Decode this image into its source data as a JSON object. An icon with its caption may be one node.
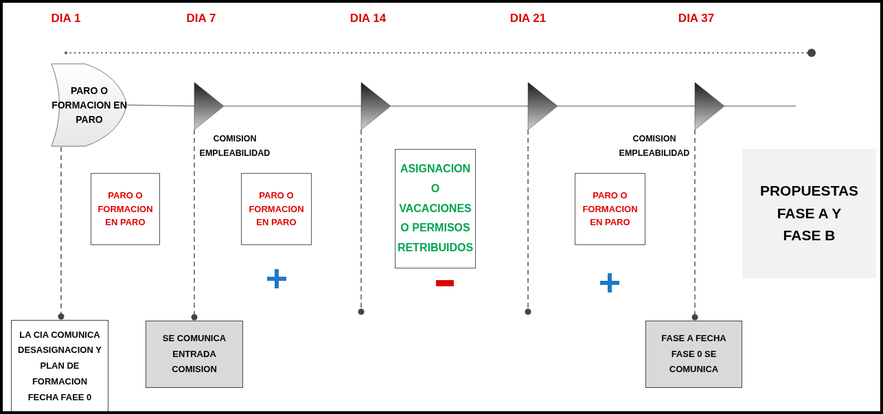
{
  "diagram": {
    "nodes": [
      {
        "text": [
          "PARO O FORMACION EN PARO"
        ]
      },
      {
        "text": [],
        "shape": "triangle",
        "beside": [
          "COMISION EMPLEABILIDAD"
        ]
      },
      {
        "text": [],
        "shape": "triangle"
      },
      {
        "text": [],
        "shape": "triangle"
      },
      {
        "text": [],
        "shape": "triangle",
        "beside": [
          "COMISION EMPLEABILIDAD"
        ]
      },
      {
        "text": [
          "PARO O FORMACION EN PARO"
        ]
      },
      {
        "text": [
          "PARO O FORMACION EN PARO"
        ]
      },
      {
        "text": [
          "ASIGNACION O VACACIONES O PERMISOS RETRIBUIDOS"
        ]
      },
      {
        "text": [
          "PARO O FORMACION EN PARO"
        ]
      },
      {
        "text": [
          "PROPUESTAS FASE A Y FASE B"
        ]
      },
      {
        "text": [
          "LA CIA COMUNICA DESASIGNACION Y PLAN DE FORMACION FECHA FAEE 0"
        ]
      },
      {
        "text": [
          "SE COMUNICA ENTRADA COMISION"
        ]
      },
      {
        "text": [
          "FASE A FECHA FASE 0 SE COMUNICA"
        ]
      }
    ],
    "edges": [
      {
        "from": 0,
        "to": 1,
        "arrow": "none"
      },
      {
        "from": 1,
        "to": 2,
        "arrow": "none"
      },
      {
        "from": 2,
        "to": 3,
        "arrow": "none"
      },
      {
        "from": 3,
        "to": 4,
        "arrow": "none"
      },
      {
        "from": 4,
        "to": null,
        "arrow": "none"
      },
      {
        "from": 0,
        "to": 10,
        "arrow": "other",
        "style": "dashed"
      },
      {
        "from": 1,
        "to": 11,
        "arrow": "other",
        "style": "dashed"
      },
      {
        "from": 2,
        "to": null,
        "arrow": "other",
        "style": "dashed"
      },
      {
        "from": 3,
        "to": null,
        "arrow": "other",
        "style": "dashed"
      },
      {
        "from": 4,
        "to": 12,
        "arrow": "other",
        "style": "dashed"
      }
    ],
    "labels": [
      "DIA 1",
      "DIA 7",
      "DIA 14",
      "DIA 21",
      "DIA 37"
    ]
  }
}
